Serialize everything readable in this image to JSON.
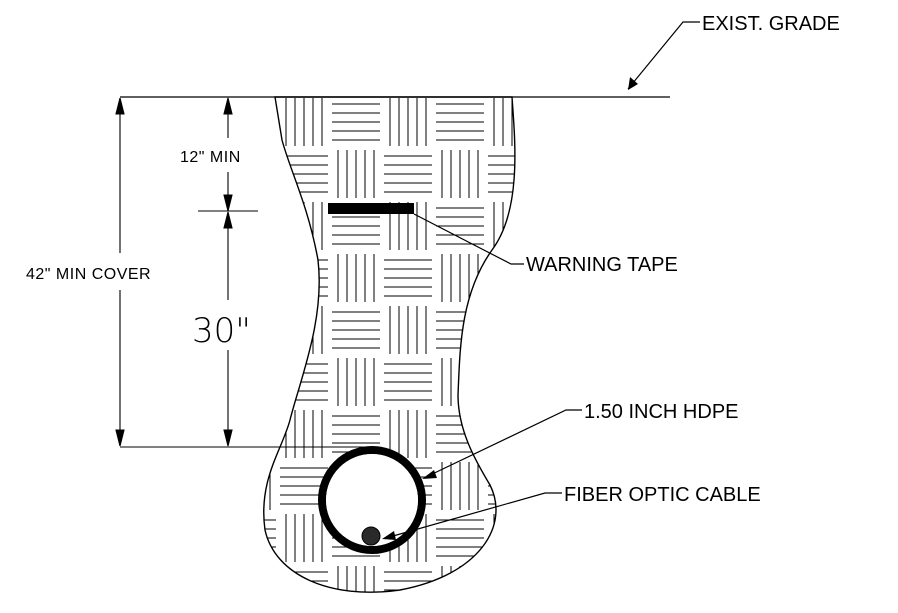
{
  "labels": {
    "exist_grade": "EXIST. GRADE",
    "warning_tape": "WARNING TAPE",
    "hdpe": "1.50 INCH HDPE",
    "fiber_cable": "FIBER OPTIC CABLE"
  },
  "dimensions": {
    "min_12": "12\" MIN",
    "cover_42": "42\" MIN COVER",
    "depth_30": "30\""
  },
  "colors": {
    "line": "#000000",
    "background": "#ffffff"
  }
}
